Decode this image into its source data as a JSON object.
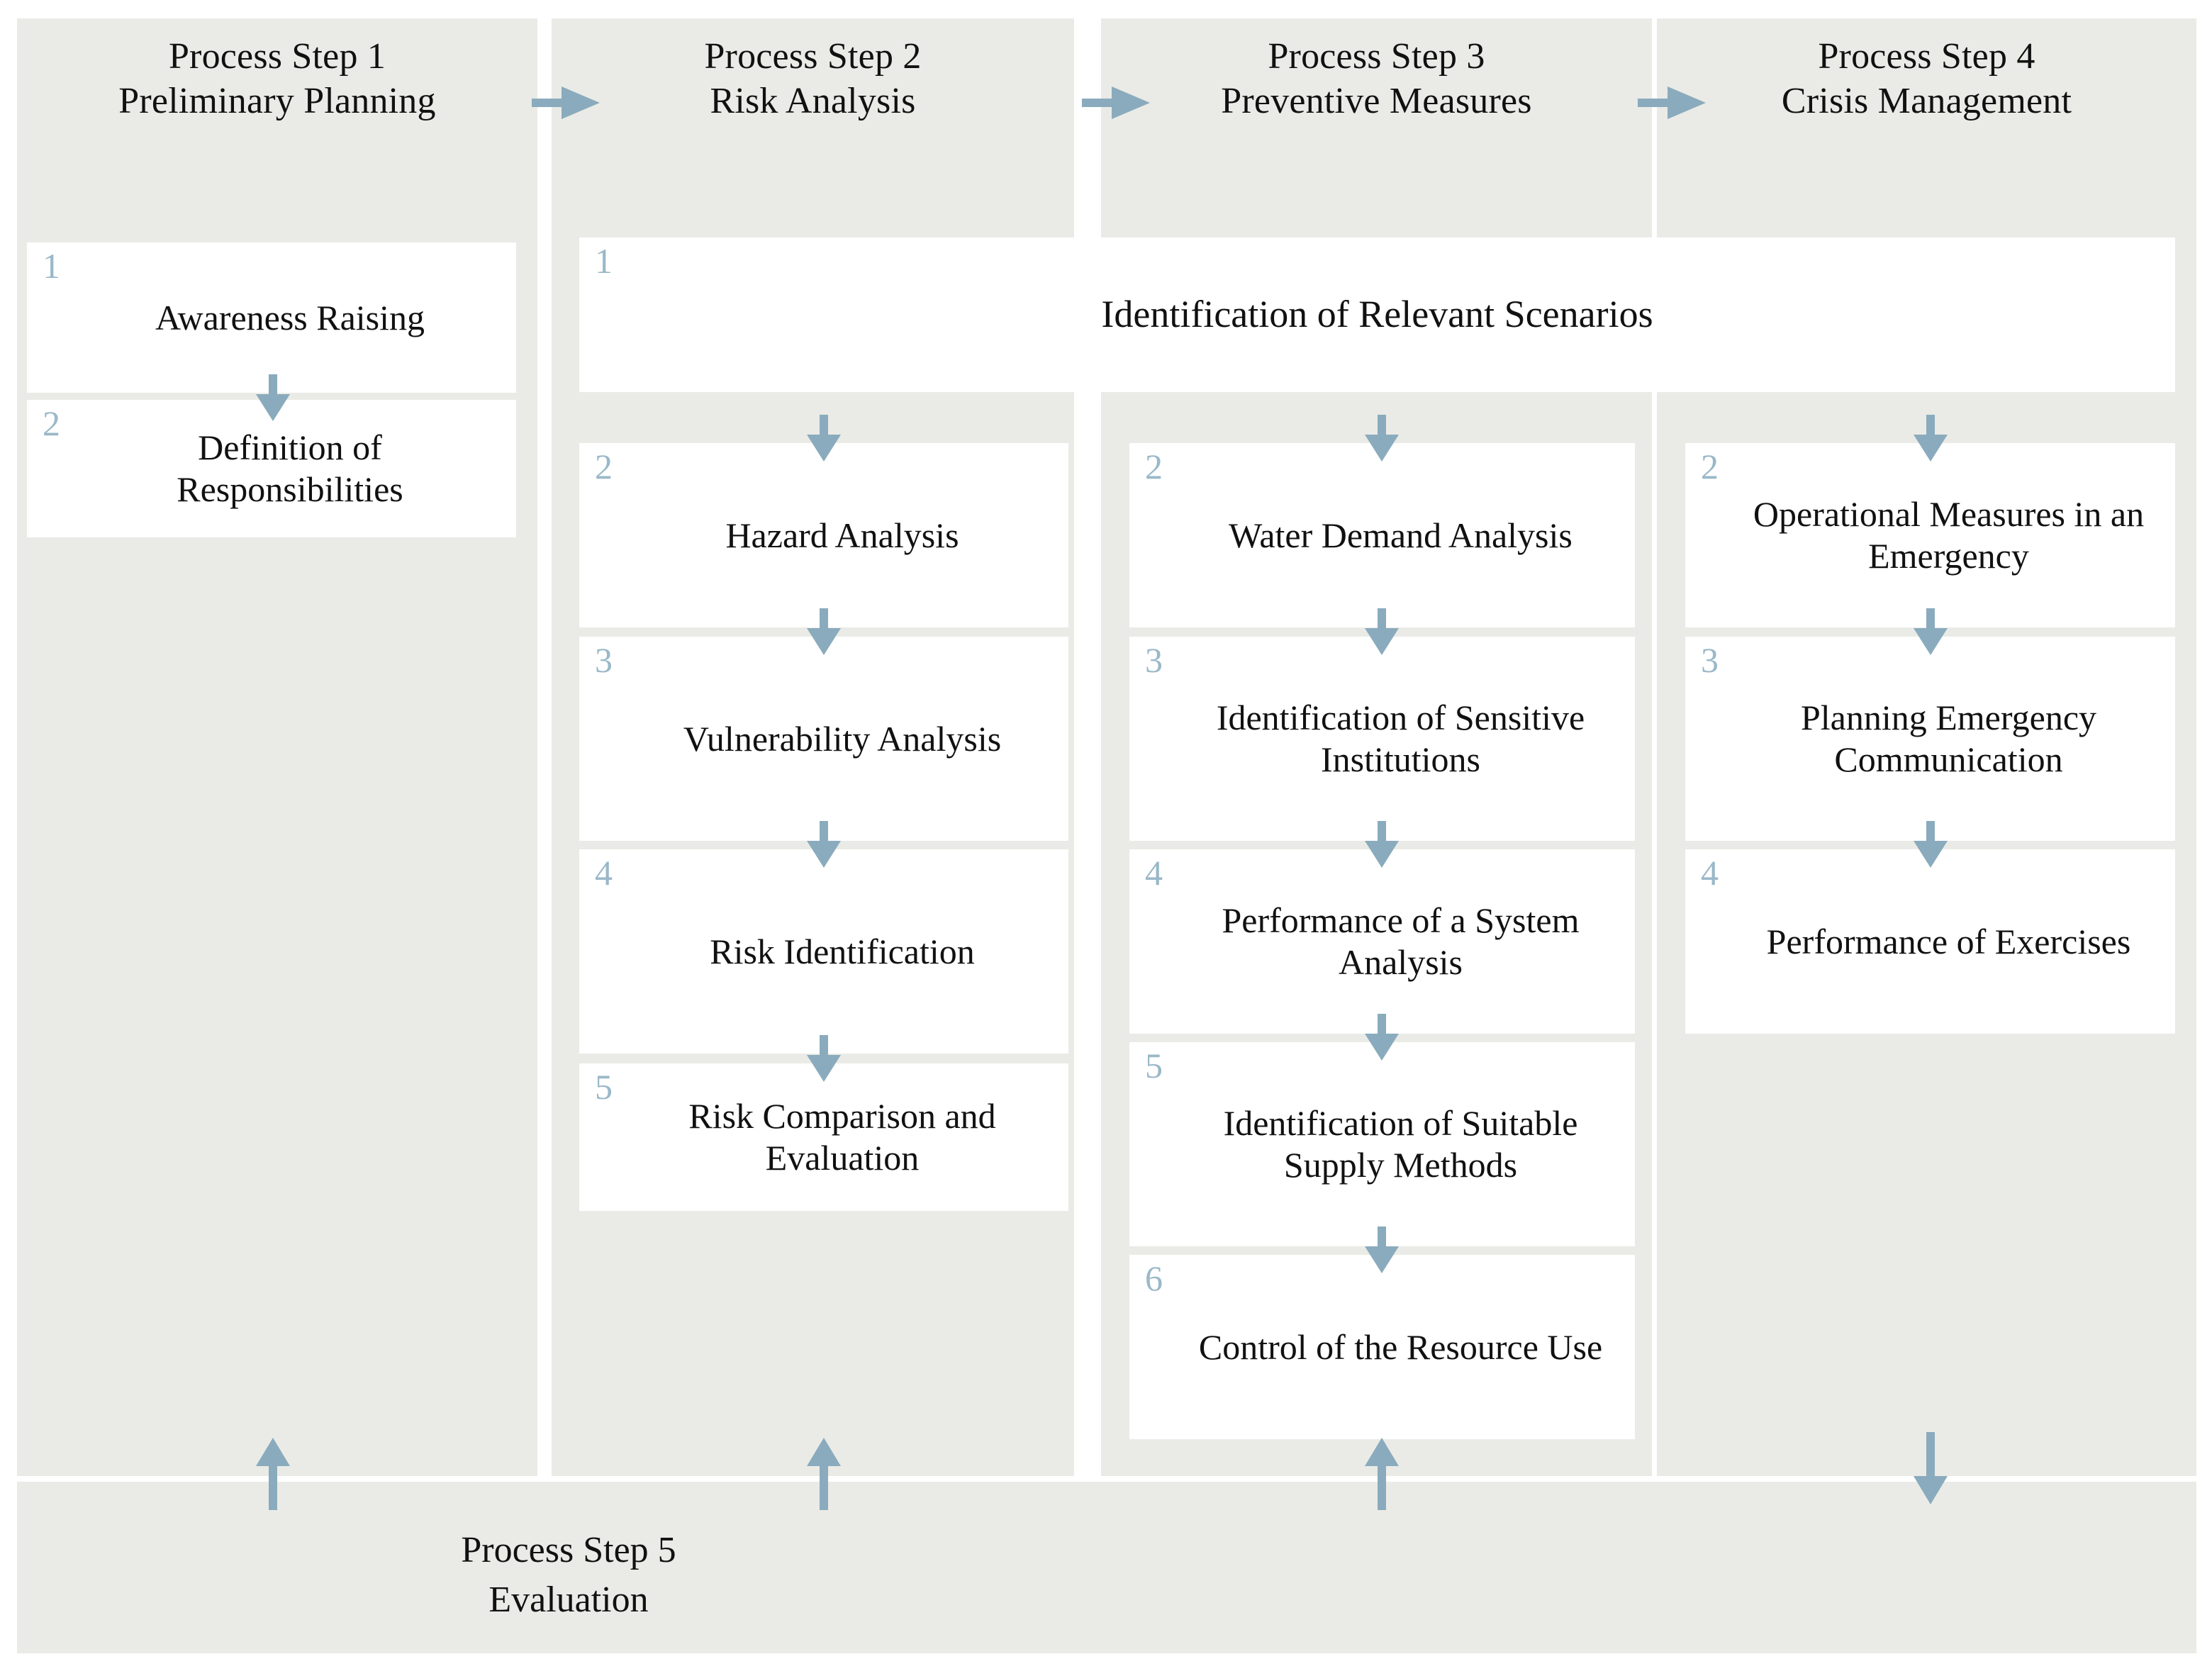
{
  "diagram": {
    "title_font_color": "#111111",
    "accent_color": "#8aabbd",
    "number_color": "#9ab8c8",
    "lane_background": "#eaebe6",
    "box_background": "#ffffff"
  },
  "columns": [
    {
      "id": "process-step-1",
      "heading_line1": "Process Step 1",
      "heading_line2": "Preliminary Planning",
      "boxes": [
        {
          "number": "1",
          "label": "Awareness Raising"
        },
        {
          "number": "2",
          "label": "Definition of Responsibilities"
        }
      ]
    },
    {
      "id": "process-step-2",
      "heading_line1": "Process Step 2",
      "heading_line2": "Risk Analysis",
      "boxes": [
        {
          "number": "2",
          "label": "Hazard Analysis"
        },
        {
          "number": "3",
          "label": "Vulnerability Analysis"
        },
        {
          "number": "4",
          "label": "Risk Identification"
        },
        {
          "number": "5",
          "label": "Risk Comparison and Evaluation"
        }
      ]
    },
    {
      "id": "process-step-3",
      "heading_line1": "Process Step 3",
      "heading_line2": "Preventive Measures",
      "boxes": [
        {
          "number": "2",
          "label": "Water Demand Analysis"
        },
        {
          "number": "3",
          "label": "Identification of Sensitive Institutions"
        },
        {
          "number": "4",
          "label": "Performance of a System Analysis"
        },
        {
          "number": "5",
          "label": "Identification of Suitable Supply Methods"
        },
        {
          "number": "6",
          "label": "Control of the Resource Use"
        }
      ]
    },
    {
      "id": "process-step-4",
      "heading_line1": "Process Step 4",
      "heading_line2": "Crisis Management",
      "boxes": [
        {
          "number": "2",
          "label": "Operational Measures in an Emergency"
        },
        {
          "number": "3",
          "label": "Planning Emergency Communication"
        },
        {
          "number": "4",
          "label": "Performance of Exercises"
        }
      ]
    }
  ],
  "spanning_box": {
    "number": "1",
    "label": "Identification of Relevant Scenarios"
  },
  "footer": {
    "heading_line1": "Process Step 5",
    "heading_line2": "Evaluation"
  }
}
